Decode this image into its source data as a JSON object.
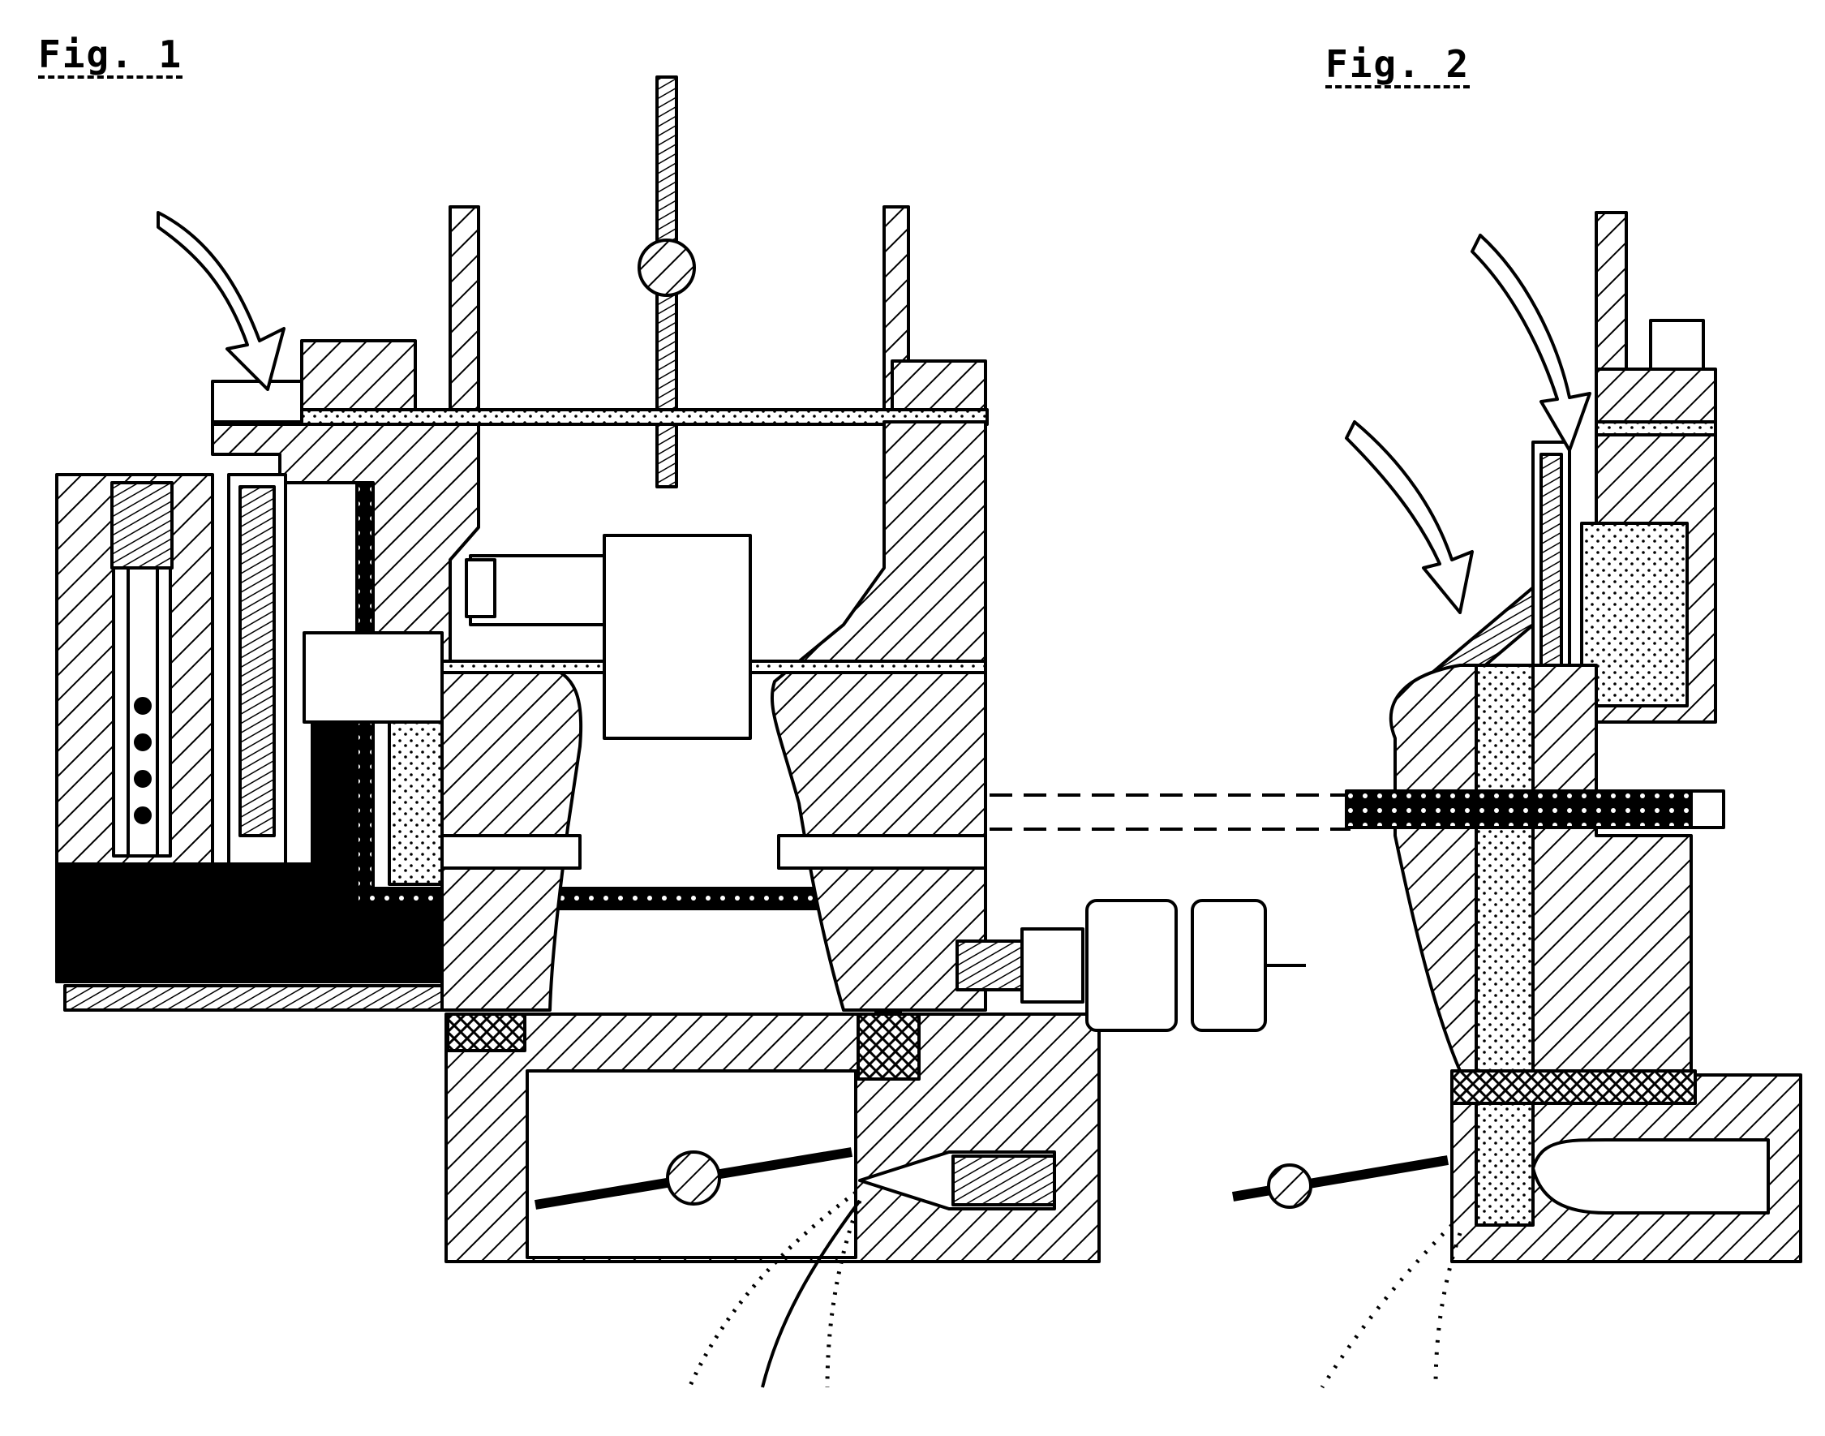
{
  "figures": [
    {
      "label": "Fig. 1"
    },
    {
      "label": "Fig. 2"
    }
  ],
  "colors": {
    "ink": "#000000",
    "paper": "#ffffff"
  },
  "legend_hatches": [
    "diagonal-hatch",
    "crosshatch",
    "dotted-fuel",
    "solid-fuel-channel"
  ]
}
